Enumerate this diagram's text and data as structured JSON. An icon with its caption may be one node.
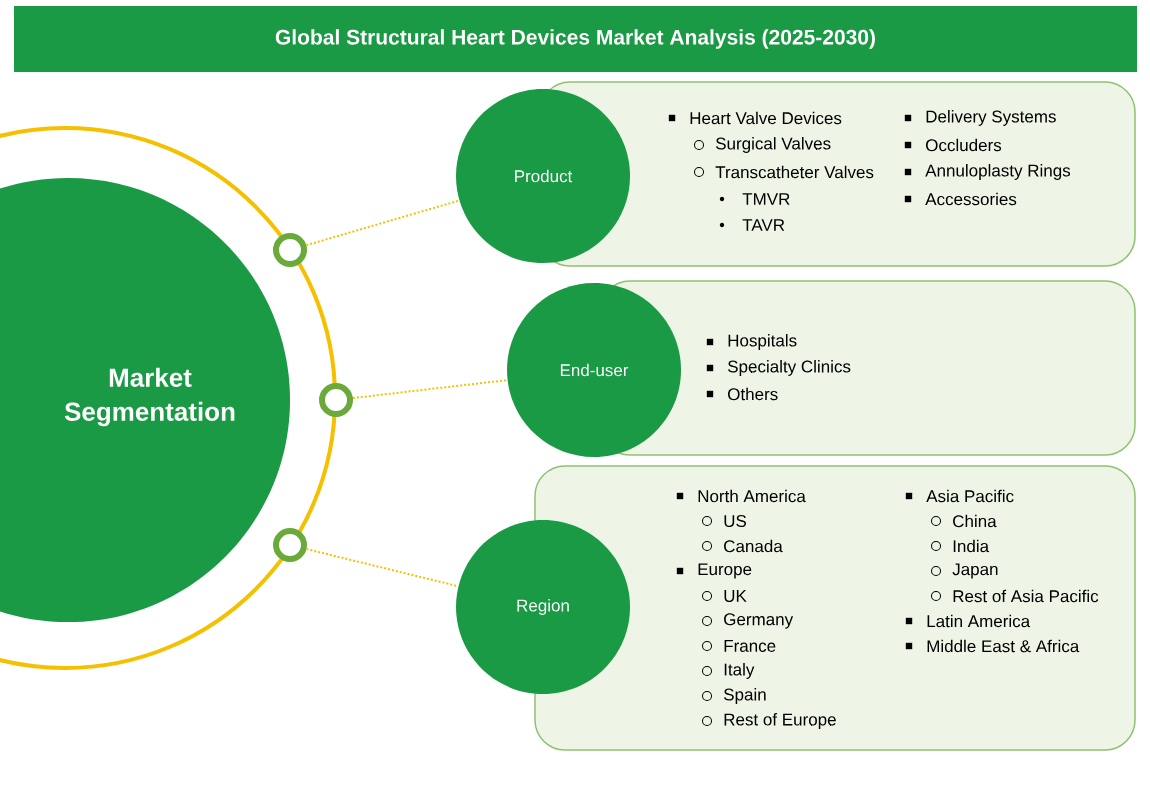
{
  "diagram": {
    "title": "Global Structural Heart Devices Market Analysis (2025-2030)",
    "nodes": [
      {
        "text": [
          "Market Segmentation"
        ]
      },
      {
        "text": [],
        "shape": "circle"
      },
      {
        "text": [],
        "shape": "circle"
      },
      {
        "text": [],
        "shape": "circle"
      },
      {
        "text": [
          "Product"
        ]
      },
      {
        "text": [
          "Heart Valve Devices",
          "Surgical Valves",
          "Transcatheter Valves",
          "TMVR",
          "TAVR",
          "Delivery Systems",
          "Occluders",
          "Annuloplasty Rings",
          "Accessories"
        ]
      },
      {
        "text": [
          "End-user"
        ]
      },
      {
        "text": [
          "Hospitals",
          "Specialty Clinics",
          "Others"
        ]
      },
      {
        "text": [
          "Region"
        ]
      },
      {
        "text": [
          "North America",
          "US",
          "Canada",
          "Europe",
          "UK",
          "Germany",
          "France",
          "Italy",
          "Spain",
          "Rest of Europe",
          "Asia Pacific",
          "China",
          "India",
          "Japan",
          "Rest of Asia Pacific",
          "Latin America",
          "Middle East & Africa"
        ]
      }
    ],
    "edges": [
      {
        "from": 1,
        "to": 4,
        "arrow": "none",
        "style": "dashed"
      },
      {
        "from": 2,
        "to": 6,
        "arrow": "none",
        "style": "dashed"
      },
      {
        "from": 3,
        "to": 8,
        "arrow": "none",
        "style": "dashed"
      }
    ]
  }
}
